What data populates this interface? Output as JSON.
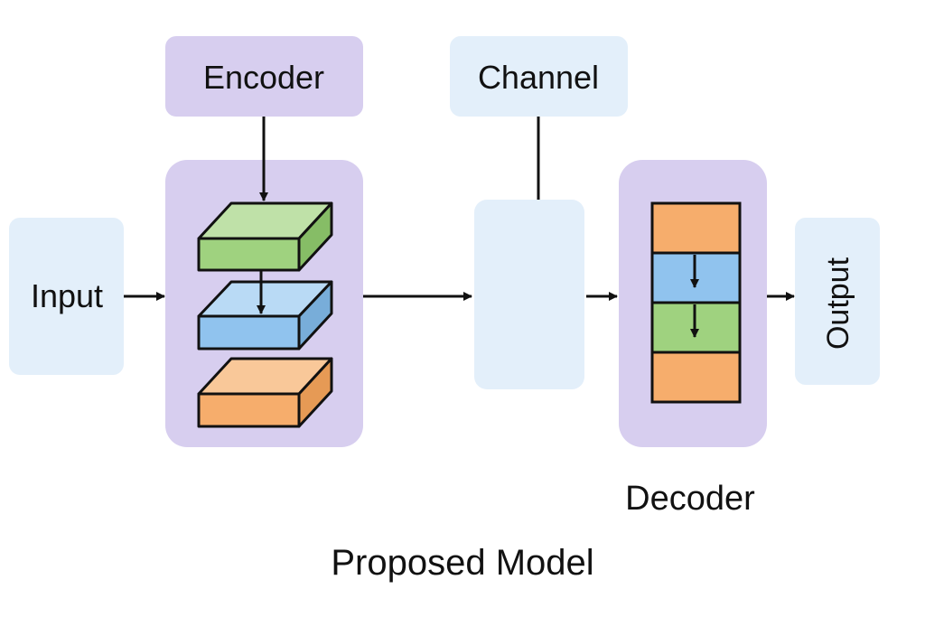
{
  "labels": {
    "encoder": "Encoder",
    "channel": "Channel",
    "input": "Input",
    "output": "Output",
    "decoder": "Decoder",
    "caption": "Proposed Model"
  },
  "colors": {
    "purple": "#d7ceef",
    "light_blue": "#e3effa",
    "green": "#9fd27f",
    "blue": "#90c3ee",
    "orange": "#f6ad6c",
    "stroke": "#111111"
  }
}
